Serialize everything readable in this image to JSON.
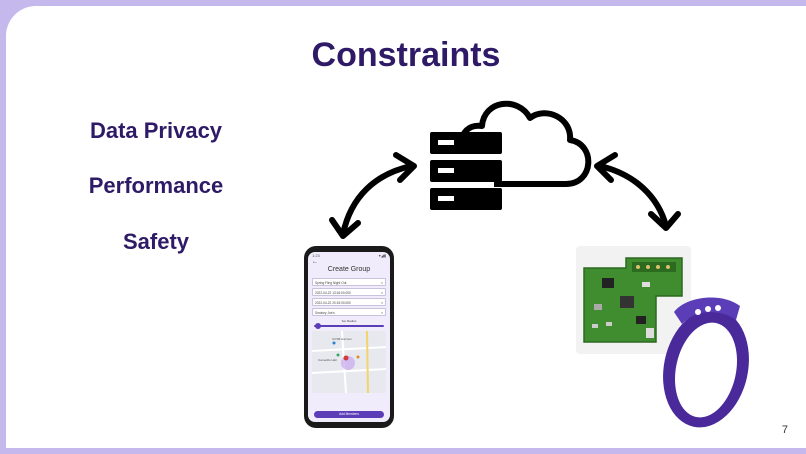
{
  "slide": {
    "title": "Constraints",
    "constraints": [
      "Data Privacy",
      "Performance",
      "Safety"
    ],
    "page_number": "7"
  },
  "phone_app": {
    "screen_title": "Create Group",
    "fields": [
      {
        "value": "Spring Fling Night Out"
      },
      {
        "value": "2022-04-22 13:16:00.000"
      },
      {
        "value": "2022-04-22 20:15:00.000"
      },
      {
        "value": "Smokey Joe's"
      }
    ],
    "radius_label": "Set Radius",
    "radius_value": 0.05,
    "map_label_1": "UCSB Harmon",
    "map_label_2": "Camarillo Hall",
    "add_button": "Add Members",
    "clear_icon": "close-icon",
    "back_icon": "back-arrow-icon"
  },
  "colors": {
    "frame": "#c5b8ec",
    "title": "#2e1a66",
    "bracelet": "#4a2a9a",
    "pcb": "#3f8d2f",
    "app_accent": "#5b3db8"
  },
  "icons": {
    "server": "server-stack-icon",
    "cloud": "cloud-icon",
    "arrows": "double-headed-arrow-icon"
  }
}
